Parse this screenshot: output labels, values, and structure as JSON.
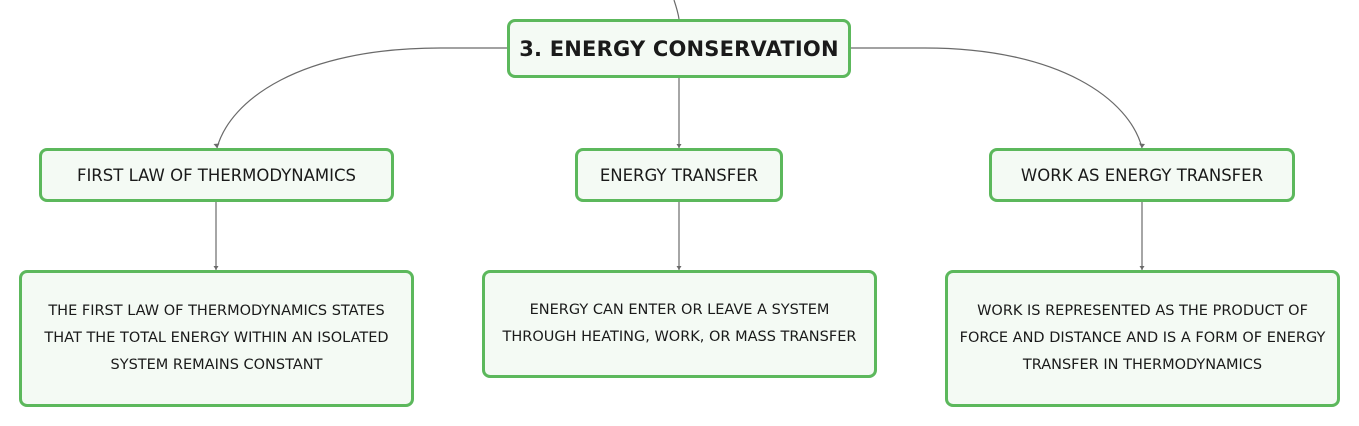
{
  "colors": {
    "node_border": "#5cb85c",
    "node_fill": "#f4faf4",
    "connector": "#6a6a6a",
    "text": "#1a1a1a"
  },
  "root": {
    "label": "3. ENERGY CONSERVATION"
  },
  "topics": [
    {
      "label": "FIRST LAW OF THERMODYNAMICS",
      "detail": "THE FIRST LAW OF THERMODYNAMICS STATES THAT THE TOTAL ENERGY WITHIN AN ISOLATED SYSTEM REMAINS CONSTANT"
    },
    {
      "label": "ENERGY TRANSFER",
      "detail": "ENERGY CAN ENTER OR LEAVE A SYSTEM THROUGH HEATING, WORK, OR MASS TRANSFER"
    },
    {
      "label": "WORK AS ENERGY TRANSFER",
      "detail": "WORK IS REPRESENTED AS THE PRODUCT OF FORCE AND DISTANCE AND IS A FORM OF ENERGY TRANSFER IN THERMODYNAMICS"
    }
  ]
}
